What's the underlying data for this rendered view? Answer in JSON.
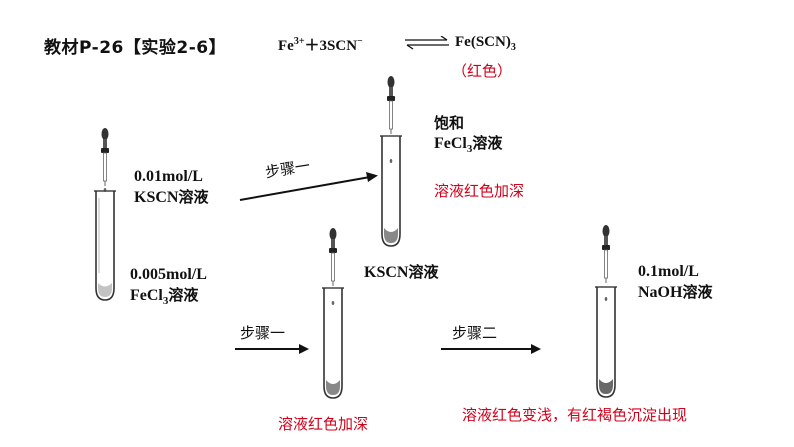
{
  "title": "教材P-26【实验2-6】",
  "equation": {
    "left_ion": "Fe",
    "left_charge": "3+",
    "plus_scn": "＋3SCN",
    "scn_charge": "−",
    "product_main": "Fe(SCN)",
    "product_sub": "3",
    "product_color_note": "（红色）"
  },
  "tube1": {
    "dropper_reagent_line1": "0.01mol/L",
    "dropper_reagent_line2_latin": "KSCN",
    "dropper_reagent_line2_zh": "溶液",
    "tube_reagent_line1": "0.005mol/L",
    "tube_reagent_line2_prefix": "FeCl",
    "tube_reagent_line2_sub": "3",
    "tube_reagent_line2_zh": "溶液"
  },
  "tube2": {
    "reagent_line1_zh": "饱和",
    "reagent_line2_prefix": "FeCl",
    "reagent_line2_sub": "3",
    "reagent_line2_zh": "溶液",
    "result": "溶液红色加深"
  },
  "tube3": {
    "reagent_latin": "KSCN",
    "reagent_zh": "溶液",
    "result": "溶液红色加深"
  },
  "tube4": {
    "reagent_line1": "0.1mol/L",
    "reagent_line2_latin": "NaOH",
    "reagent_line2_zh": "溶液",
    "result": "溶液红色变浅，有红褐色沉淀出现"
  },
  "steps": {
    "step1_upper": "步骤一",
    "step1_lower": "步骤一",
    "step2": "步骤二"
  },
  "colors": {
    "result_text": "#d0021b",
    "ink": "#111111"
  }
}
